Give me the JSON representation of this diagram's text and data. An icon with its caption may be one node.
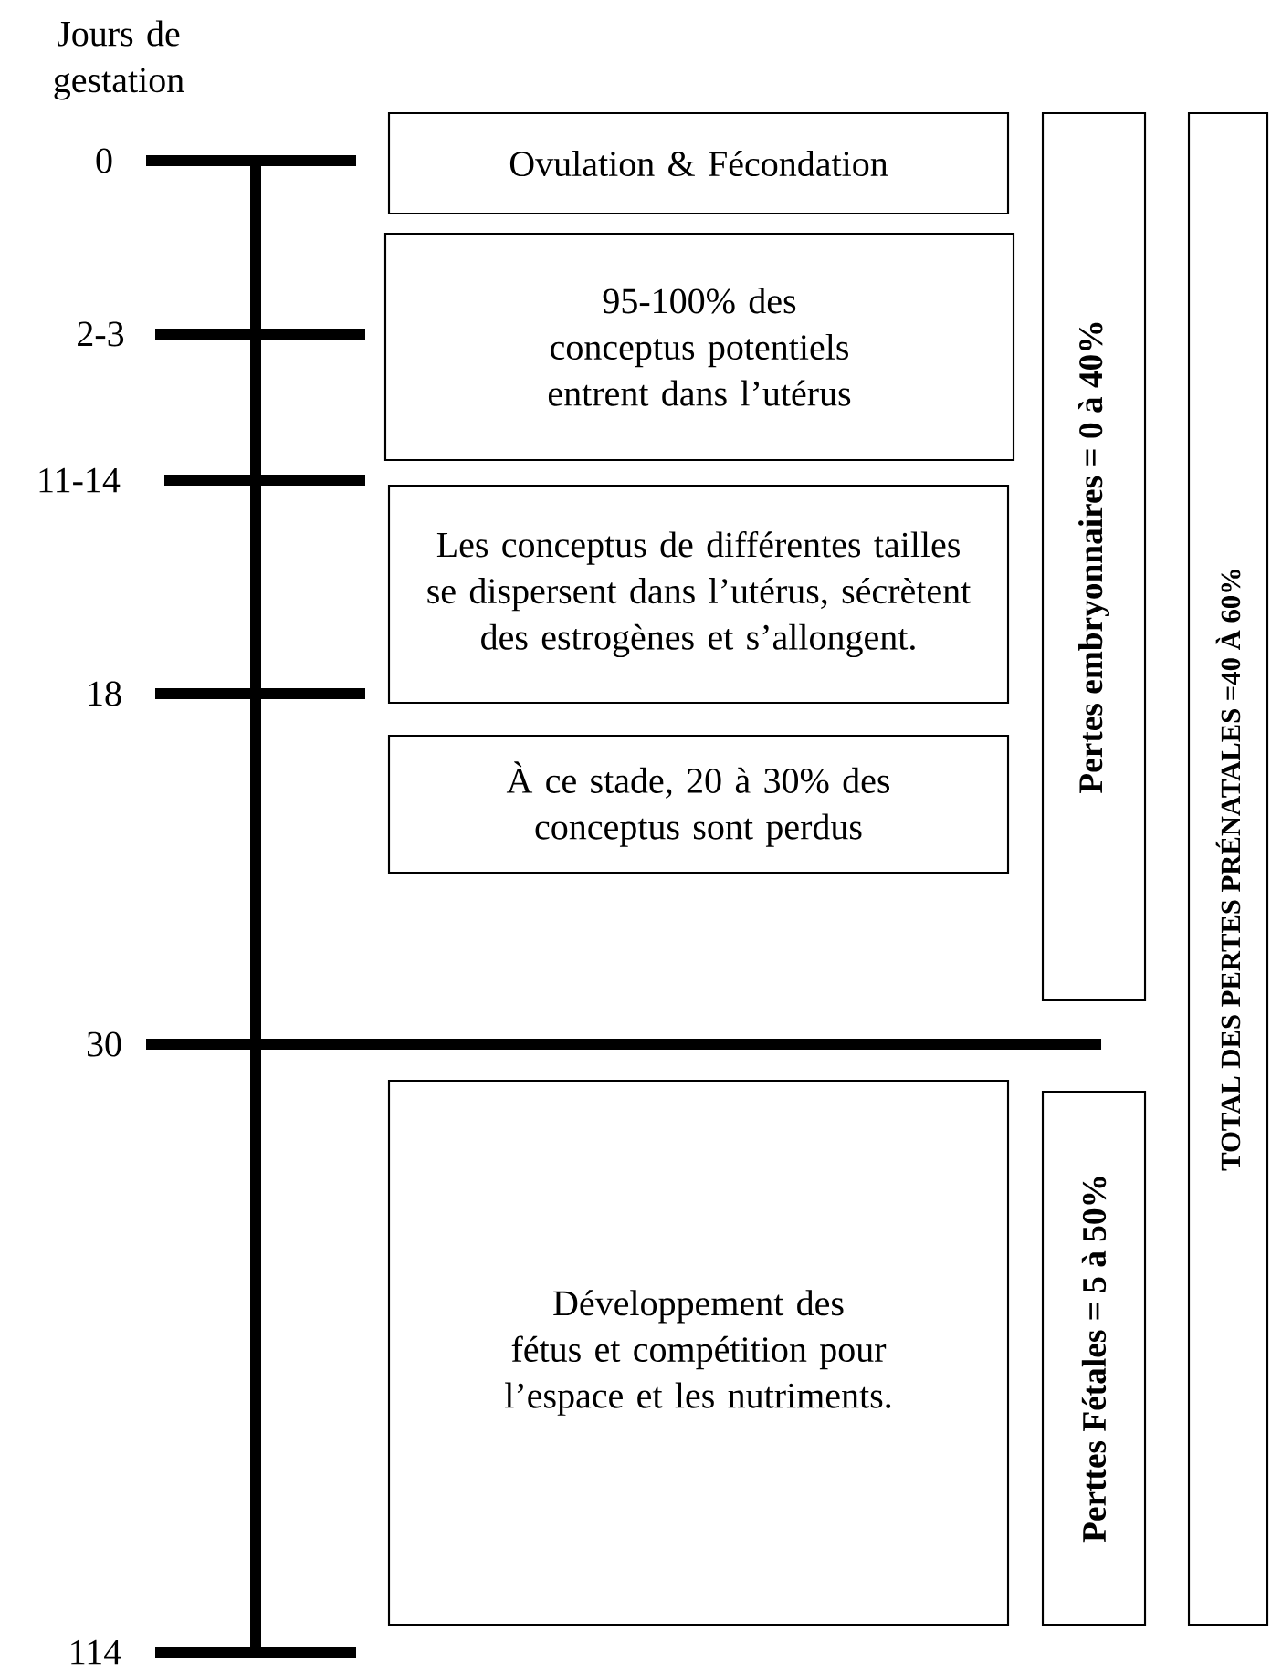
{
  "diagram": {
    "nodes": [
      {
        "text": [
          "Ovulation & Fécondation"
        ]
      },
      {
        "text": [
          "95-100% des conceptus potentiels entrent dans l’utérus"
        ]
      },
      {
        "text": [
          "Les conceptus de différentes tailles se dispersent dans l’utérus, sécrètent des estrogènes et s’allongent."
        ]
      },
      {
        "text": [
          "À ce stade, 20 à 30% des conceptus sont perdus"
        ]
      },
      {
        "text": [
          "Développement des fétus et compétition pour l’espace et les nutriments."
        ]
      },
      {
        "text": [
          "Pertes embryonnaires = 0 à 40%"
        ]
      },
      {
        "text": [
          "Perttes Fétales = 5 à 50%"
        ]
      },
      {
        "text": [
          "TOTAL DES PERTES PRÉNATALES =40 À 60%"
        ]
      }
    ],
    "labels": [
      "Jours de gestation",
      "0",
      "2-3",
      "11-14",
      "18",
      "30",
      "114"
    ]
  }
}
